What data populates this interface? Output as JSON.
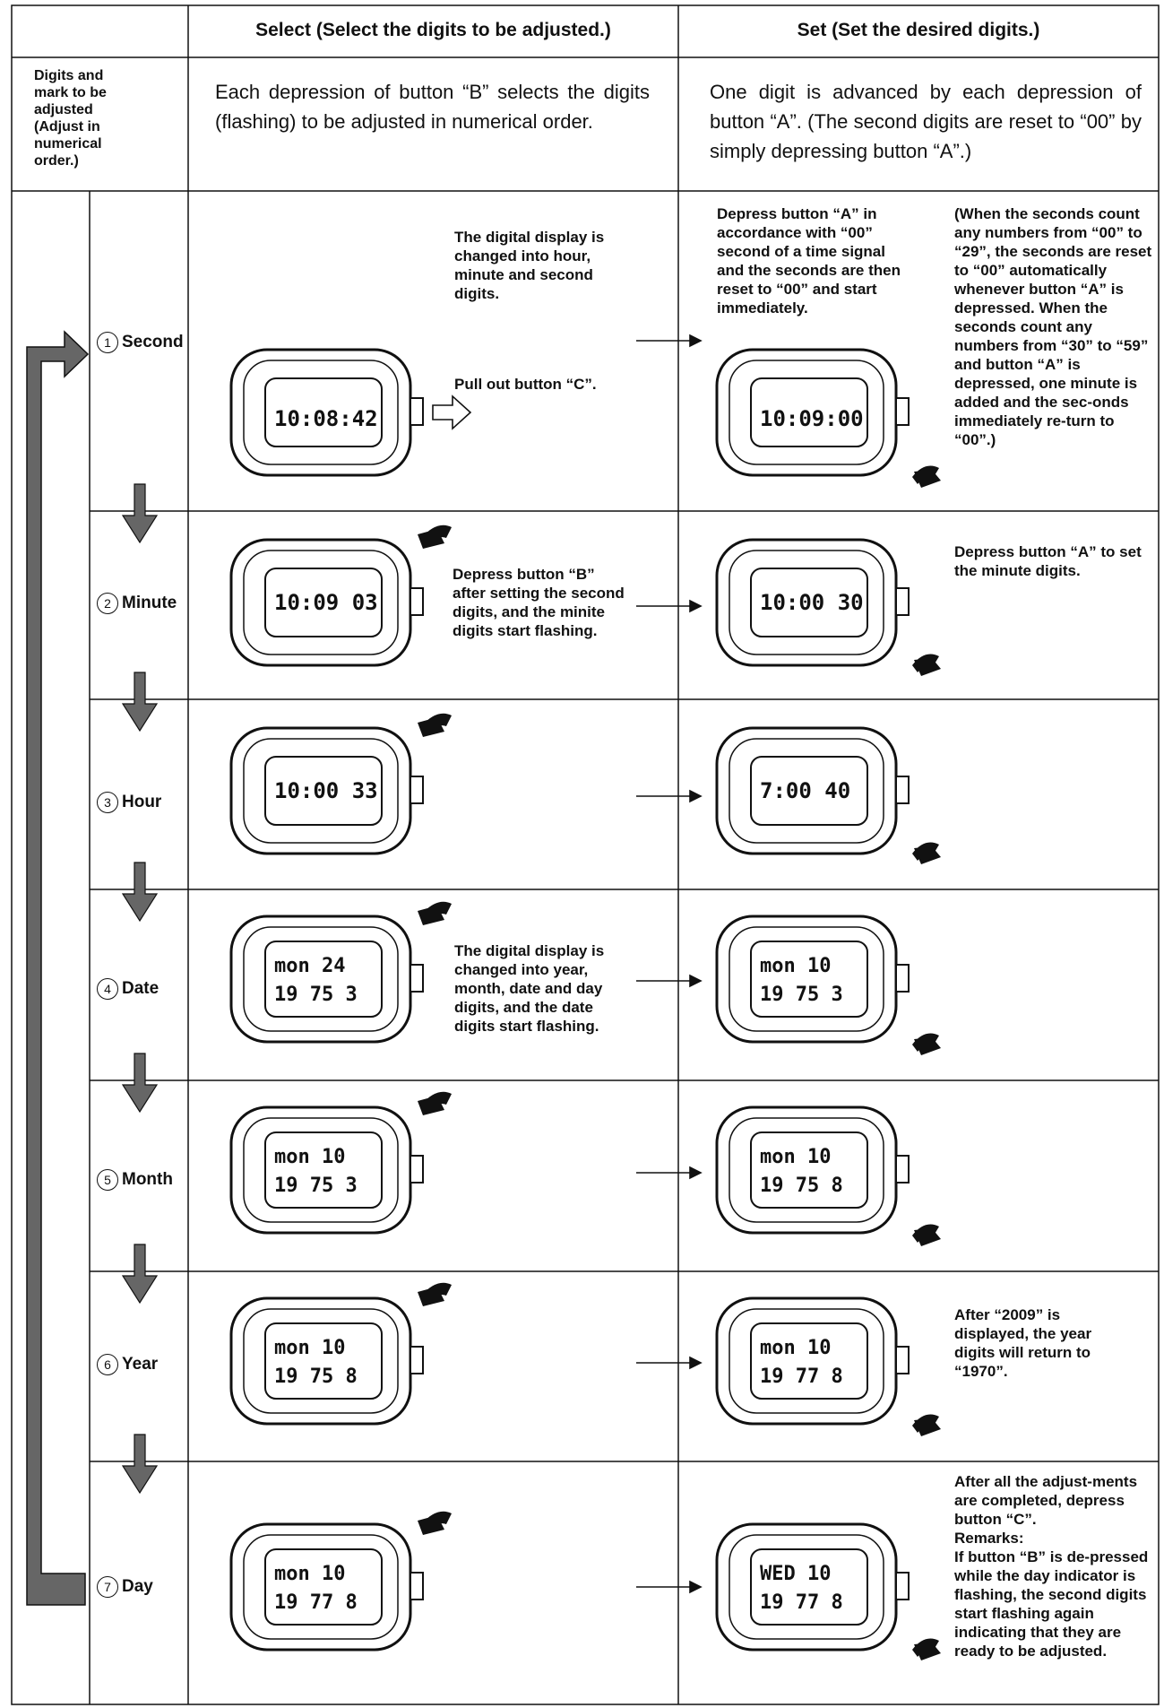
{
  "header": {
    "select": "Select (Select the digits to be adjusted.)",
    "set": "Set (Set the desired digits.)"
  },
  "left_header": "Digits and mark to be adjusted (Adjust in numerical order.)",
  "select_intro": "Each depression of button “B” selects the digits (flashing) to be adjusted in numerical order.",
  "set_intro": "One digit is advanced by each depression of button “A”. (The second digits are reset to “00” by simply depressing button “A”.)",
  "steps": [
    {
      "num": "1",
      "label": "Second",
      "select_display": {
        "line1": "10:08:42",
        "line2": ""
      },
      "set_display": {
        "line1": "10:09:00",
        "line2": ""
      },
      "select_note": "The digital display is changed into hour, minute and second digits.",
      "select_note2": "Pull out button “C”.",
      "set_note": "Depress button “A” in accordance with “00” second of a time signal and the seconds are then reset to “00” and start immediately.",
      "set_note2": "(When the seconds count any numbers from “00” to “29”, the seconds are reset to “00” automatically whenever button “A” is depressed. When the seconds count any numbers from “30” to “59” and button “A” is depressed, one minute is added and the sec-onds immediately re-turn to “00”.)"
    },
    {
      "num": "2",
      "label": "Minute",
      "select_display": {
        "line1": "10:09 03",
        "line2": ""
      },
      "set_display": {
        "line1": "10:00 30",
        "line2": ""
      },
      "select_note": "Depress button “B” after setting the second digits, and the minite digits start flashing.",
      "set_note": "Depress button “A” to set the minute digits."
    },
    {
      "num": "3",
      "label": "Hour",
      "select_display": {
        "line1": "10:00 33",
        "line2": ""
      },
      "set_display": {
        "line1": " 7:00 40",
        "line2": ""
      }
    },
    {
      "num": "4",
      "label": "Date",
      "select_display": {
        "line1": "mon  24",
        "line2": "19 75  3"
      },
      "set_display": {
        "line1": "mon  10",
        "line2": "19 75  3"
      },
      "select_note": "The digital display is changed into year, month, date and day digits, and the date digits start flashing."
    },
    {
      "num": "5",
      "label": "Month",
      "select_display": {
        "line1": "mon  10",
        "line2": "19 75  3"
      },
      "set_display": {
        "line1": "mon  10",
        "line2": "19 75  8"
      }
    },
    {
      "num": "6",
      "label": "Year",
      "select_display": {
        "line1": "mon  10",
        "line2": "19 75  8"
      },
      "set_display": {
        "line1": "mon  10",
        "line2": "19 77  8"
      },
      "set_note": "After “2009” is displayed, the year digits will return to “1970”."
    },
    {
      "num": "7",
      "label": "Day",
      "select_display": {
        "line1": "mon  10",
        "line2": "19 77  8"
      },
      "set_display": {
        "line1": "WED  10",
        "line2": "19 77  8"
      },
      "set_note": "After all the adjust-ments are completed, depress button “C”.",
      "set_remarks_title": "Remarks:",
      "set_remarks": "If button “B” is de-pressed while the day indicator is flashing, the second digits start flashing again indicating that they are ready to be adjusted."
    }
  ],
  "colors": {
    "ink": "#111111",
    "arrow_fill": "#666666"
  }
}
